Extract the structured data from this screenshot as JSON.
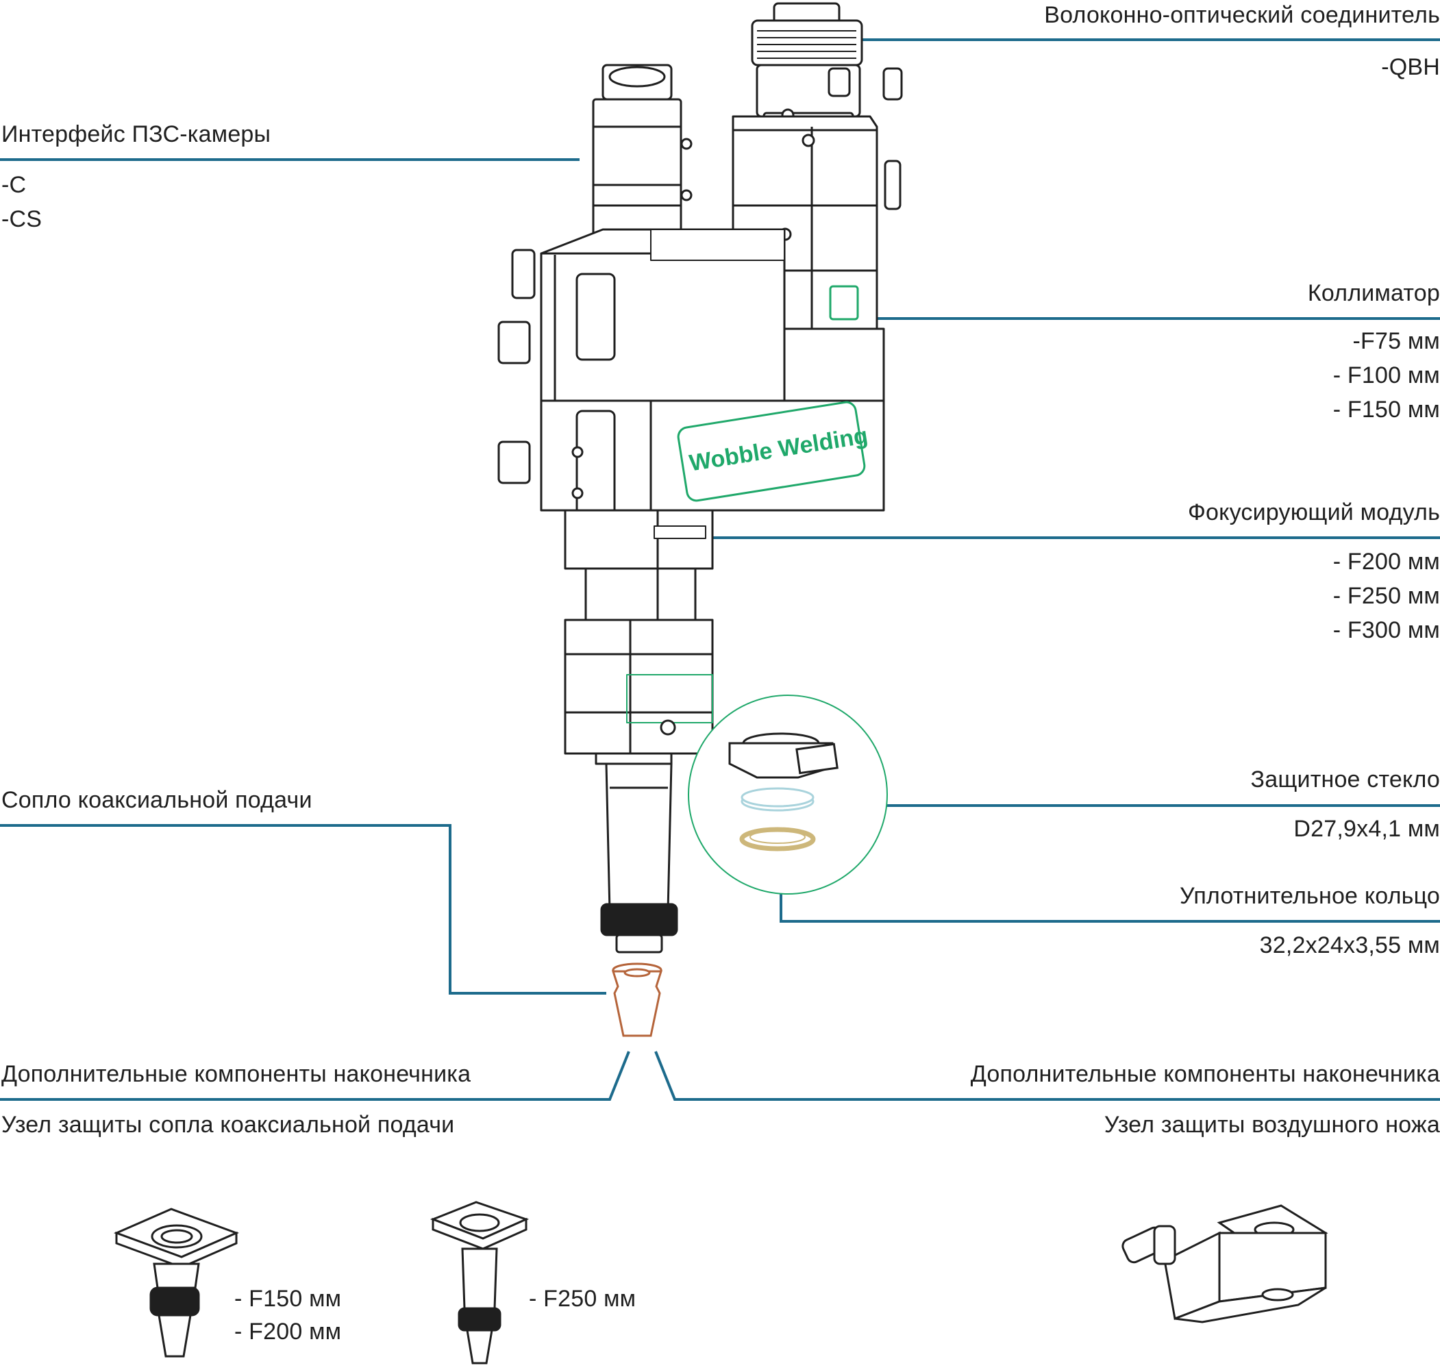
{
  "colors": {
    "leader": "#1d6b8c",
    "ink": "#1f1f1f",
    "brand": "#1fa86a",
    "glass": "#a9d3dc",
    "ring": "#cdb77a",
    "nozzle": "#b5643a"
  },
  "callouts": {
    "fiber_connector": {
      "title": "Волоконно-оптический соединитель",
      "options": [
        "-QBH"
      ]
    },
    "ccd_interface": {
      "title": "Интерфейс ПЗС-камеры",
      "options": [
        "-C",
        "-CS"
      ]
    },
    "collimator": {
      "title": "Коллиматор",
      "options": [
        "-F75 мм",
        "- F100 мм",
        "- F150 мм"
      ]
    },
    "focus_module": {
      "title": "Фокусирующий модуль",
      "options": [
        "- F200 мм",
        "- F250 мм",
        "- F300 мм"
      ]
    },
    "protective_glass": {
      "title": "Защитное стекло",
      "options": [
        "D27,9x4,1 мм"
      ]
    },
    "seal_ring": {
      "title": "Уплотнительное кольцо",
      "options": [
        "32,2x24x3,55 мм"
      ]
    },
    "coaxial_nozzle": {
      "title": "Сопло коаксиальной подачи"
    },
    "tip_left": {
      "title": "Дополнительные компоненты наконечника",
      "subtitle": "Узел защиты сопла коаксиальной подачи"
    },
    "tip_right": {
      "title": "Дополнительные компоненты наконечника",
      "subtitle": "Узел защиты воздушного ножа"
    }
  },
  "variants": {
    "variant_a": [
      "- F150 мм",
      "- F200 мм"
    ],
    "variant_b": [
      "- F250 мм"
    ]
  },
  "brand_label": "Wobble Welding",
  "icons": [
    "welding-head-illustration",
    "protective-glass-icon",
    "seal-ring-icon",
    "nozzle-icon",
    "air-knife-icon"
  ]
}
